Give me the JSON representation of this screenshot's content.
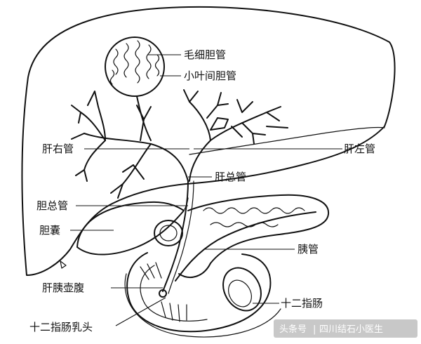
{
  "labels": {
    "capillary_bile_duct": "毛细胆管",
    "interlobular_bile_duct": "小叶间胆管",
    "right_hepatic_duct": "肝右管",
    "left_hepatic_duct": "肝左管",
    "common_hepatic_duct": "肝总管",
    "common_bile_duct": "胆总管",
    "gallbladder": "胆囊",
    "pancreatic_duct": "胰管",
    "hepatopancreatic_ampulla": "肝胰壶腹",
    "duodenum": "十二指肠",
    "duodenal_papilla": "十二指肠乳头"
  },
  "watermark": {
    "prefix": "头条号",
    "account": "四川结石小医生"
  }
}
